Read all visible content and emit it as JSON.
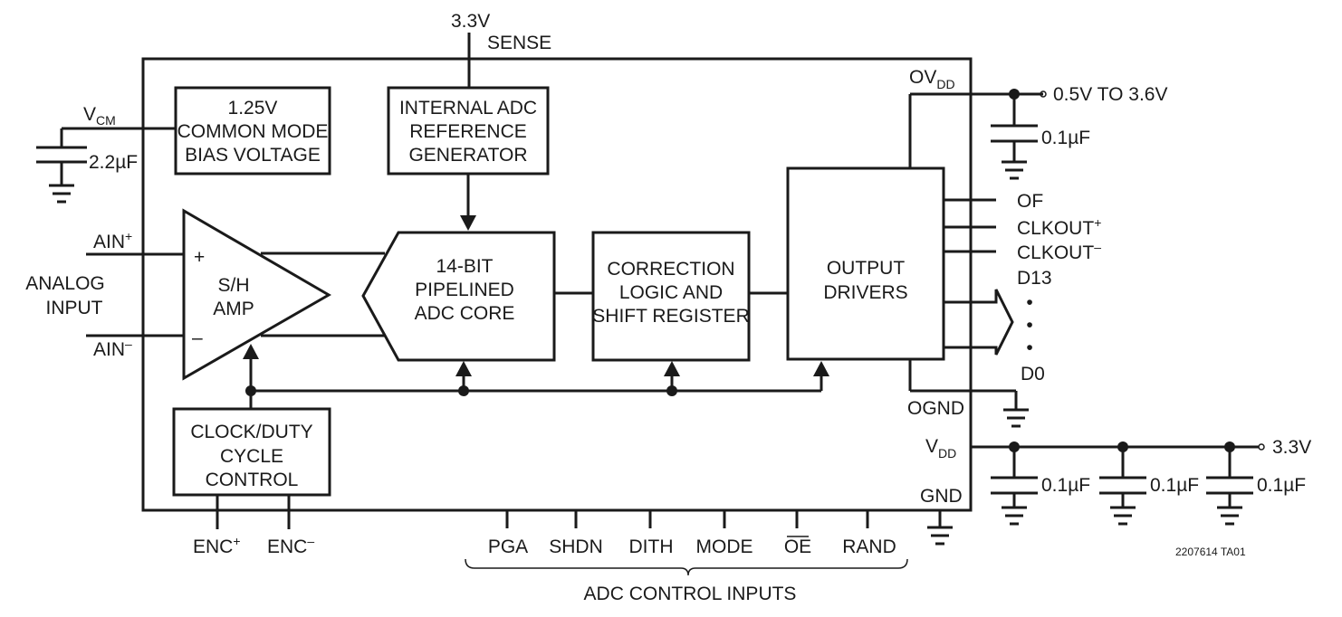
{
  "supply": {
    "v33": "3.3V",
    "sense": "SENSE"
  },
  "vcm": {
    "main": "V",
    "sub": "CM",
    "cap": "2.2µF"
  },
  "blocks": {
    "common_mode": [
      "1.25V",
      "COMMON MODE",
      "BIAS VOLTAGE"
    ],
    "reference": [
      "INTERNAL ADC",
      "REFERENCE",
      "GENERATOR"
    ],
    "sh_amp": [
      "S/H",
      "AMP"
    ],
    "adc_core": [
      "14-BIT",
      "PIPELINED",
      "ADC CORE"
    ],
    "correction": [
      "CORRECTION",
      "LOGIC AND",
      "SHIFT REGISTER"
    ],
    "output_drivers": [
      "OUTPUT",
      "DRIVERS"
    ],
    "clock": [
      "CLOCK/DUTY",
      "CYCLE",
      "CONTROL"
    ]
  },
  "inputs": {
    "ain_pos": "AIN",
    "ain_pos_sup": "+",
    "ain_neg": "AIN",
    "ain_neg_sup": "–",
    "analog": [
      "ANALOG",
      "INPUT"
    ],
    "plus": "+",
    "minus": "–"
  },
  "outputs": {
    "ovdd_main": "OV",
    "ovdd_sub": "DD",
    "ovdd_range": "0.5V TO 3.6V",
    "ovdd_cap": "0.1µF",
    "of": "OF",
    "clkout_pos": "CLKOUT",
    "clkout_pos_sup": "+",
    "clkout_neg": "CLKOUT",
    "clkout_neg_sup": "–",
    "d13": "D13",
    "d0": "D0",
    "dots": "•",
    "ognd": "OGND"
  },
  "power": {
    "vdd_main": "V",
    "vdd_sub": "DD",
    "vdd_value": "3.3V",
    "caps": [
      "0.1µF",
      "0.1µF",
      "0.1µF"
    ],
    "gnd": "GND"
  },
  "encode": {
    "enc": "ENC",
    "pos": "+",
    "neg": "–"
  },
  "controls": {
    "pins": [
      "PGA",
      "SHDN",
      "DITH",
      "MODE",
      "OE",
      "RAND"
    ],
    "group_label": "ADC CONTROL INPUTS"
  },
  "figure_id": "2207614 TA01"
}
